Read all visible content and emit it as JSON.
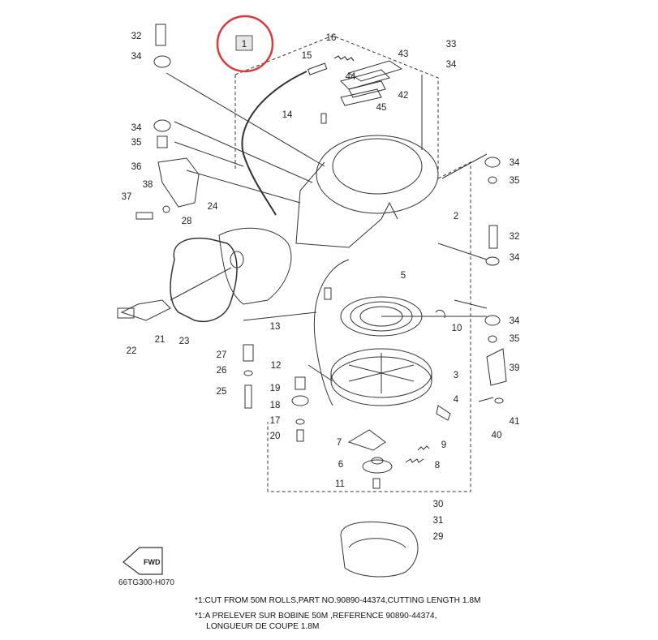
{
  "highlight_color": "#d93b3b",
  "parts": [
    {
      "id": "1"
    },
    {
      "id": "2"
    },
    {
      "id": "3"
    },
    {
      "id": "4"
    },
    {
      "id": "5"
    },
    {
      "id": "6"
    },
    {
      "id": "7"
    },
    {
      "id": "8"
    },
    {
      "id": "9"
    },
    {
      "id": "10"
    },
    {
      "id": "11"
    },
    {
      "id": "12"
    },
    {
      "id": "13"
    },
    {
      "id": "14"
    },
    {
      "id": "15"
    },
    {
      "id": "16"
    },
    {
      "id": "17"
    },
    {
      "id": "18"
    },
    {
      "id": "19"
    },
    {
      "id": "20"
    },
    {
      "id": "21"
    },
    {
      "id": "22"
    },
    {
      "id": "23"
    },
    {
      "id": "24"
    },
    {
      "id": "25"
    },
    {
      "id": "26"
    },
    {
      "id": "27"
    },
    {
      "id": "28"
    },
    {
      "id": "29"
    },
    {
      "id": "30"
    },
    {
      "id": "31"
    },
    {
      "id": "32"
    },
    {
      "id": "33"
    },
    {
      "id": "34"
    },
    {
      "id": "35"
    },
    {
      "id": "36"
    },
    {
      "id": "37"
    },
    {
      "id": "38"
    },
    {
      "id": "39"
    },
    {
      "id": "40"
    },
    {
      "id": "41"
    },
    {
      "id": "42"
    },
    {
      "id": "43"
    },
    {
      "id": "44"
    },
    {
      "id": "45"
    }
  ],
  "fwd_label": "FWD",
  "diagram_code": "66TG300-H070",
  "notes": [
    "*1:CUT FROM 50M ROLLS,PART NO.90890-44374,CUTTING LENGTH 1.8M",
    "*1:A PRELEVER SUR BOBINE 50M ,REFERENCE 90890-44374,",
    "     LONGUEUR DE COUPE 1.8M"
  ]
}
